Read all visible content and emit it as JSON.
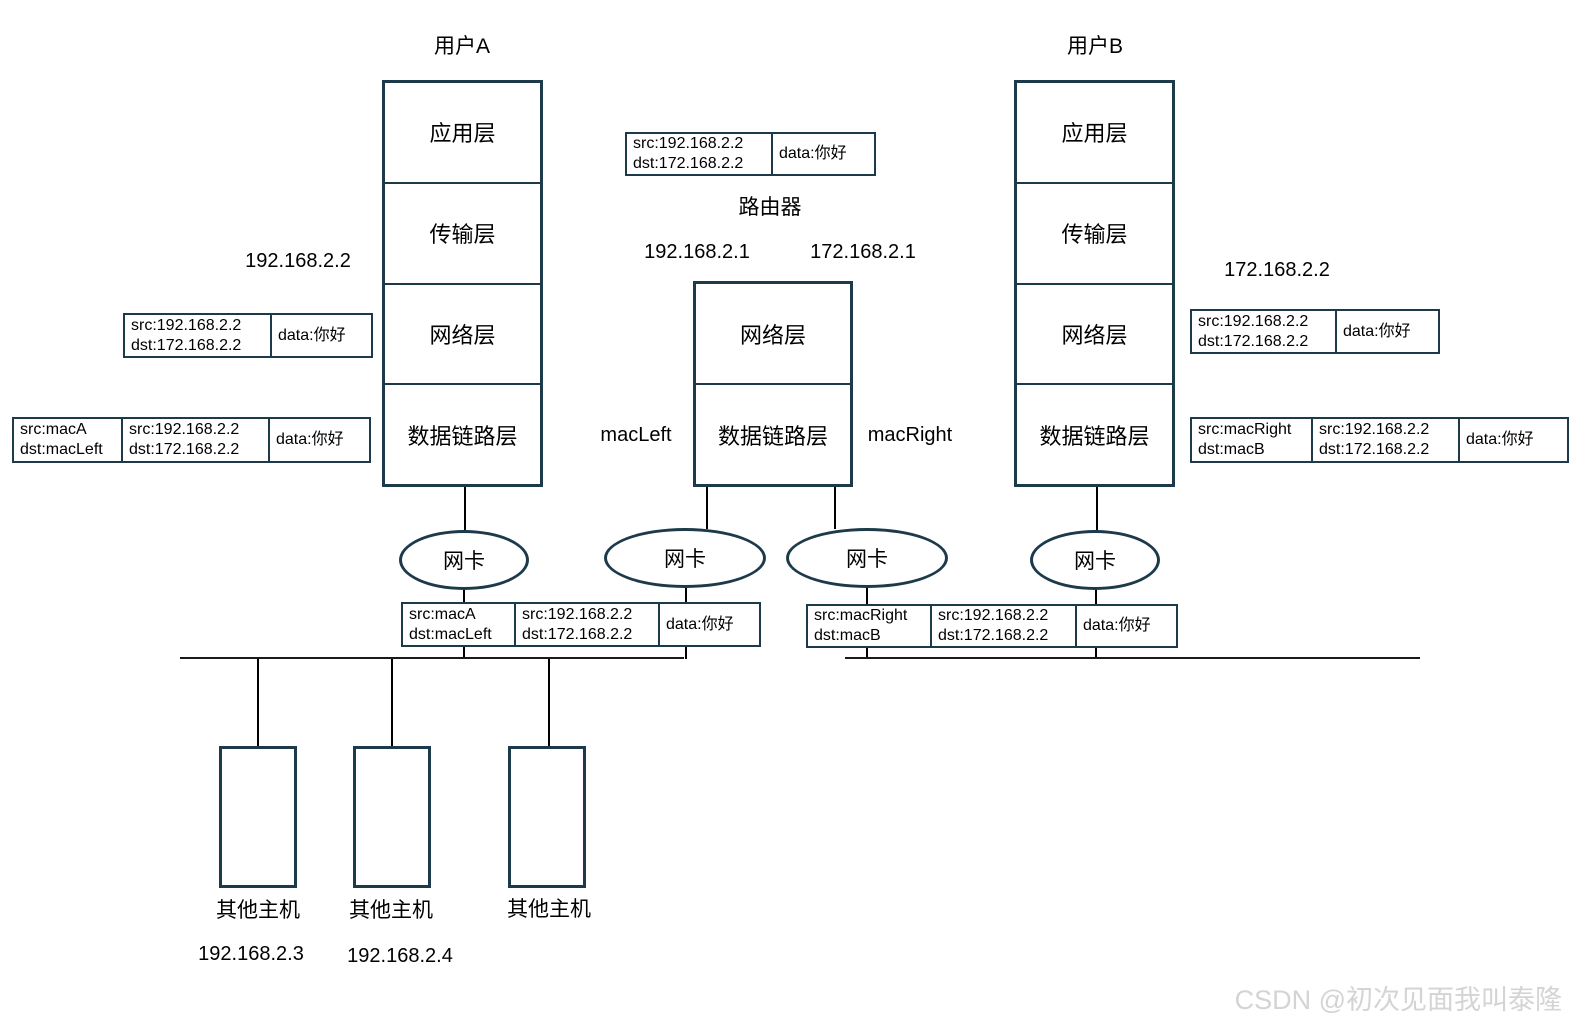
{
  "stacks": {
    "user_a": {
      "title": "用户A",
      "ip": "192.168.2.2",
      "layers": [
        "应用层",
        "传输层",
        "网络层",
        "数据链路层"
      ]
    },
    "router": {
      "title": "路由器",
      "ip_left": "192.168.2.1",
      "ip_right": "172.168.2.1",
      "mac_left": "macLeft",
      "mac_right": "macRight",
      "layers": [
        "网络层",
        "数据链路层"
      ]
    },
    "user_b": {
      "title": "用户B",
      "ip": "172.168.2.2",
      "layers": [
        "应用层",
        "传输层",
        "网络层",
        "数据链路层"
      ]
    }
  },
  "nic_label": "网卡",
  "packets": {
    "top_middle": [
      "src:192.168.2.2\ndst:172.168.2.2",
      "data:你好"
    ],
    "a_network": [
      "src:192.168.2.2\ndst:172.168.2.2",
      "data:你好"
    ],
    "a_link": [
      "src:macA\ndst:macLeft",
      "src:192.168.2.2\ndst:172.168.2.2",
      "data:你好"
    ],
    "b_network": [
      "src:192.168.2.2\ndst:172.168.2.2",
      "data:你好"
    ],
    "b_link": [
      "src:macRight\ndst:macB",
      "src:192.168.2.2\ndst:172.168.2.2",
      "data:你好"
    ],
    "wire_left": [
      "src:macA\ndst:macLeft",
      "src:192.168.2.2\ndst:172.168.2.2",
      "data:你好"
    ],
    "wire_right": [
      "src:macRight\ndst:macB",
      "src:192.168.2.2\ndst:172.168.2.2",
      "data:你好"
    ]
  },
  "hosts": {
    "label": "其他主机",
    "ips": [
      "192.168.2.3",
      "192.168.2.4"
    ]
  },
  "watermark": "CSDN @初次见面我叫泰隆"
}
